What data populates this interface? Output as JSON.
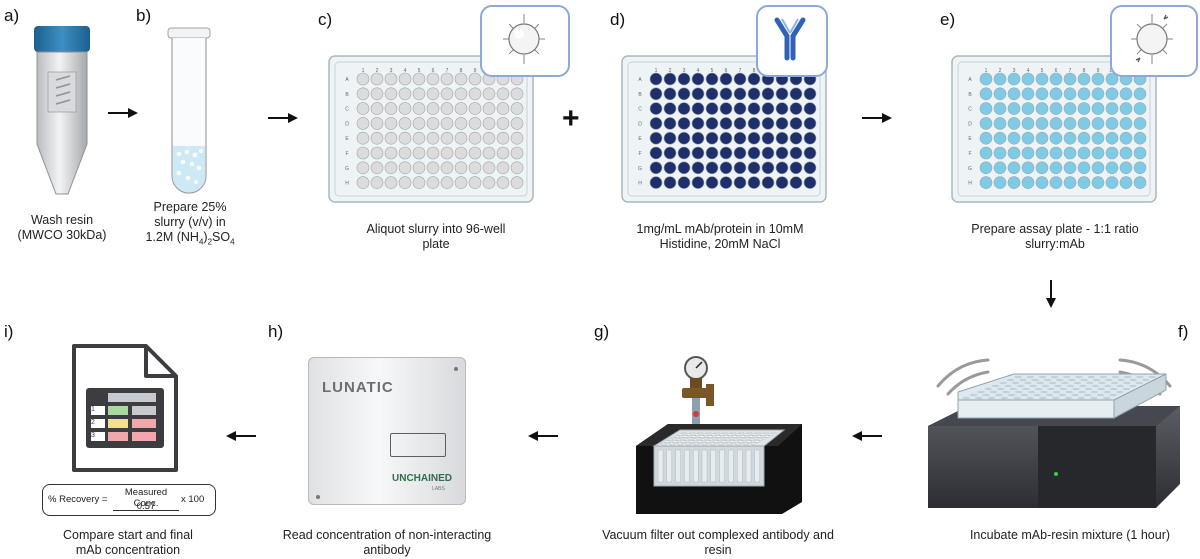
{
  "steps": {
    "a": {
      "letter": "a)",
      "caption": "Wash resin\n(MWCO 30kDa)"
    },
    "b": {
      "letter": "b)",
      "caption_line1": "Prepare 25%",
      "caption_line2": "slurry (v/v) in",
      "caption_line3_pre": "1.2M (NH",
      "caption_sub1": "4",
      "caption_mid": ")",
      "caption_sub2": "2",
      "caption_post": "SO",
      "caption_sub3": "4"
    },
    "c": {
      "letter": "c)",
      "caption": "Aliquot slurry into 96-well\nplate"
    },
    "d": {
      "letter": "d)",
      "caption": "1mg/mL mAb/protein in 10mM\nHistidine, 20mM NaCl"
    },
    "e": {
      "letter": "e)",
      "caption": "Prepare assay plate - 1:1 ratio\nslurry:mAb"
    },
    "f": {
      "letter": "f)",
      "caption": "Incubate mAb-resin mixture (1 hour)"
    },
    "g": {
      "letter": "g)",
      "caption": "Vacuum filter out complexed antibody and\nresin"
    },
    "h": {
      "letter": "h)",
      "caption": "Read concentration of non-interacting\nantibody"
    },
    "i": {
      "letter": "i)",
      "caption": "Compare start and final\nmAb concentration"
    }
  },
  "plus_sign": "+",
  "instrument": {
    "brand_top": "LUNATIC",
    "brand_bottom": "UNCHAINED",
    "brand_sub": "LABS"
  },
  "formula": {
    "lhs": "% Recovery =",
    "numerator": "Measured Conc.",
    "denominator": "0.57",
    "multiplier": "x 100"
  },
  "report_rows": [
    "1",
    "2",
    "3"
  ],
  "plate_rows": [
    "A",
    "B",
    "C",
    "D",
    "E",
    "F",
    "G",
    "H"
  ],
  "plate_cols": [
    "1",
    "2",
    "3",
    "4",
    "5",
    "6",
    "7",
    "8",
    "9",
    "10",
    "11",
    "12"
  ],
  "colors": {
    "empty_well": "#dcdcdc",
    "mab_well": "#1f2f6b",
    "mix_well": "#7fcbe6",
    "plate_bg": "#eef3f5",
    "callout_border": "#8ea8d6",
    "arrow": "#111111"
  }
}
